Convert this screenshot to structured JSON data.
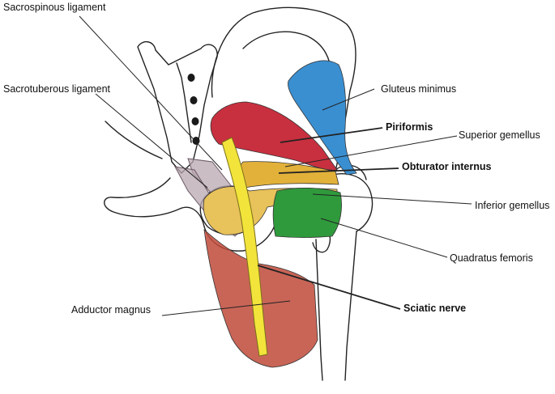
{
  "labels": {
    "sacrospinous": "Sacrospinous ligament",
    "sacrotuberous": "Sacrotuberous ligament",
    "gluteus_minimus": "Gluteus minimus",
    "piriformis": "Piriformis",
    "superior_gemellus": "Superior gemellus",
    "obturator_internus": "Obturator internus",
    "inferior_gemellus": "Inferior gemellus",
    "quadratus_femoris": "Quadratus femoris",
    "adductor_magnus": "Adductor magnus",
    "sciatic_nerve": "Sciatic nerve"
  },
  "colors": {
    "gluteus_minimus": "#3a8fd1",
    "piriformis": "#c8303f",
    "obturator_internus": "#e2b13a",
    "gemelli": "#e8b84a",
    "quadratus_femoris": "#2f9a3c",
    "adductor_magnus": "#c04a3a",
    "sciatic_nerve": "#f2e43a",
    "ligament": "#b9a7b0",
    "bone_outline": "#222222"
  }
}
